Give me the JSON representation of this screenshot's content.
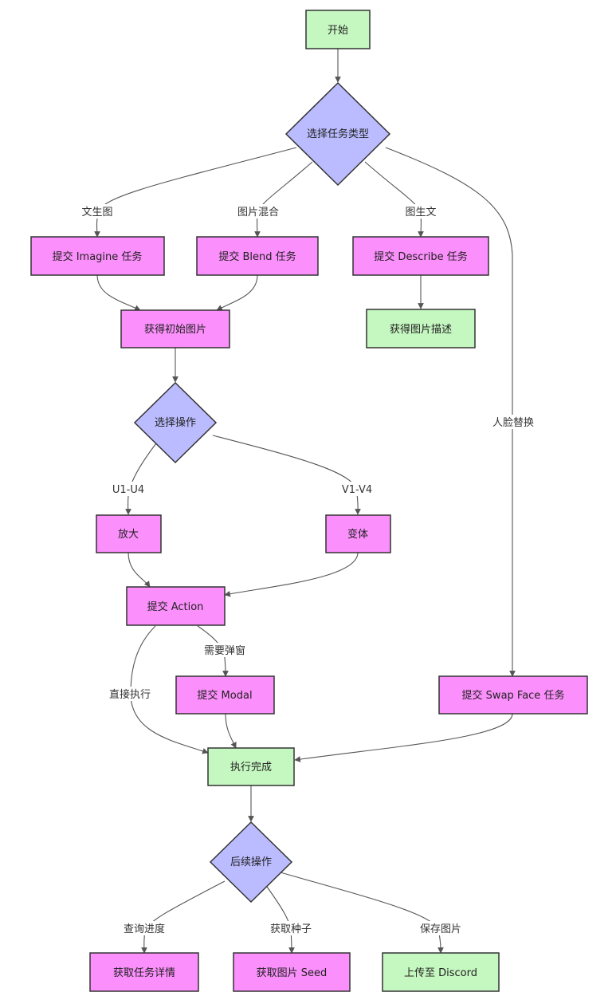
{
  "colors": {
    "start_end": "#c5f7c0",
    "process": "#fb8ffb",
    "decision": "#bbbbff",
    "stroke": "#333333",
    "edge": "#555555"
  },
  "nodes": {
    "start": "开始",
    "choose_task": "选择任务类型",
    "imagine": "提交 Imagine 任务",
    "blend": "提交 Blend 任务",
    "describe": "提交 Describe 任务",
    "initial_image": "获得初始图片",
    "image_desc": "获得图片描述",
    "choose_op": "选择操作",
    "upscale": "放大",
    "variation": "变体",
    "action": "提交 Action",
    "modal": "提交 Modal",
    "swap_face": "提交 Swap Face 任务",
    "done": "执行完成",
    "followup": "后续操作",
    "task_detail": "获取任务详情",
    "seed": "获取图片 Seed",
    "discord": "上传至 Discord"
  },
  "edge_labels": {
    "text_to_image": "文生图",
    "image_blend": "图片混合",
    "image_to_text": "图生文",
    "face_swap": "人脸替换",
    "u1_u4": "U1-U4",
    "v1_v4": "V1-V4",
    "need_modal": "需要弹窗",
    "direct_exec": "直接执行",
    "query_progress": "查询进度",
    "get_seed": "获取种子",
    "save_image": "保存图片"
  }
}
